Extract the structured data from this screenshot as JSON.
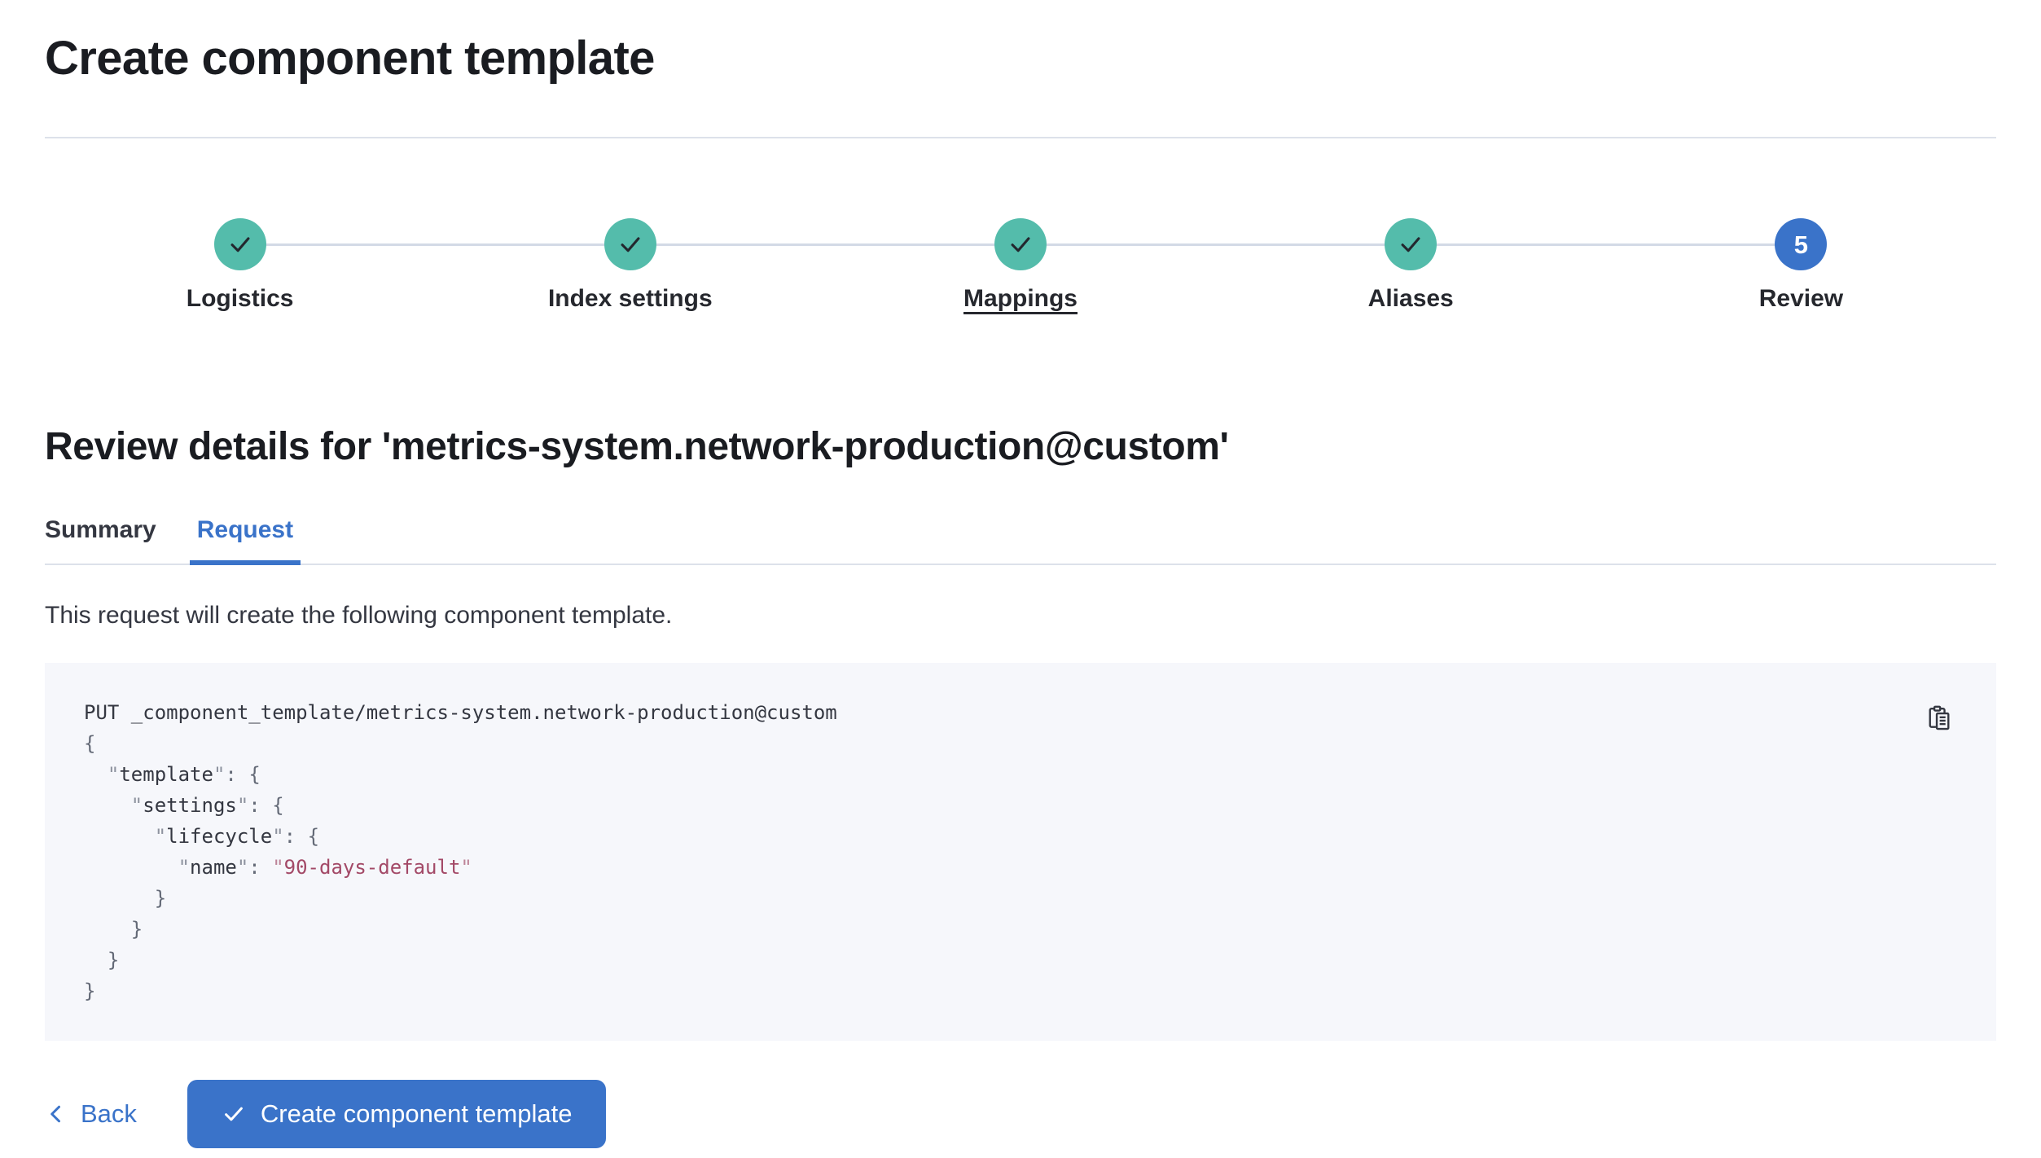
{
  "page": {
    "title": "Create component template"
  },
  "stepper": {
    "steps": [
      {
        "label": "Logistics",
        "status": "complete",
        "icon": "check-icon"
      },
      {
        "label": "Index settings",
        "status": "complete",
        "icon": "check-icon"
      },
      {
        "label": "Mappings",
        "status": "complete",
        "icon": "check-icon",
        "underlined": true
      },
      {
        "label": "Aliases",
        "status": "complete",
        "icon": "check-icon"
      },
      {
        "label": "Review",
        "status": "current",
        "number": "5"
      }
    ]
  },
  "review": {
    "heading": "Review details for 'metrics-system.network-production@custom'",
    "tabs": [
      {
        "label": "Summary",
        "active": false
      },
      {
        "label": "Request",
        "active": true
      }
    ],
    "description": "This request will create the following component template."
  },
  "code_block": {
    "copy_icon": "copy-clipboard-icon",
    "lines": [
      [
        [
          "plain",
          "PUT _component_template/metrics-system.network-production@custom"
        ]
      ],
      [
        [
          "p",
          "{"
        ]
      ],
      [
        [
          "plain",
          "  "
        ],
        [
          "q",
          "\""
        ],
        [
          "key",
          "template"
        ],
        [
          "q",
          "\""
        ],
        [
          "p",
          ":"
        ],
        [
          "plain",
          " "
        ],
        [
          "p",
          "{"
        ]
      ],
      [
        [
          "plain",
          "    "
        ],
        [
          "q",
          "\""
        ],
        [
          "key",
          "settings"
        ],
        [
          "q",
          "\""
        ],
        [
          "p",
          ":"
        ],
        [
          "plain",
          " "
        ],
        [
          "p",
          "{"
        ]
      ],
      [
        [
          "plain",
          "      "
        ],
        [
          "q",
          "\""
        ],
        [
          "key",
          "lifecycle"
        ],
        [
          "q",
          "\""
        ],
        [
          "p",
          ":"
        ],
        [
          "plain",
          " "
        ],
        [
          "p",
          "{"
        ]
      ],
      [
        [
          "plain",
          "        "
        ],
        [
          "q",
          "\""
        ],
        [
          "key",
          "name"
        ],
        [
          "q",
          "\""
        ],
        [
          "p",
          ":"
        ],
        [
          "plain",
          " "
        ],
        [
          "sq",
          "\""
        ],
        [
          "s",
          "90-days-default"
        ],
        [
          "sq",
          "\""
        ]
      ],
      [
        [
          "plain",
          "      "
        ],
        [
          "p",
          "}"
        ]
      ],
      [
        [
          "plain",
          "    "
        ],
        [
          "p",
          "}"
        ]
      ],
      [
        [
          "plain",
          "  "
        ],
        [
          "p",
          "}"
        ]
      ],
      [
        [
          "p",
          "}"
        ]
      ]
    ]
  },
  "footer": {
    "back_label": "Back",
    "back_icon": "chevron-left-icon",
    "submit_label": "Create component template",
    "submit_icon": "check-icon"
  },
  "colors": {
    "accent": "#3a73c9",
    "success": "#54bcab",
    "connector": "#d3dae6",
    "divider": "#dde1ea",
    "heading": "#1a1c21",
    "text": "#343741",
    "code-bg": "#f6f7fb",
    "code-string": "#a34967"
  }
}
